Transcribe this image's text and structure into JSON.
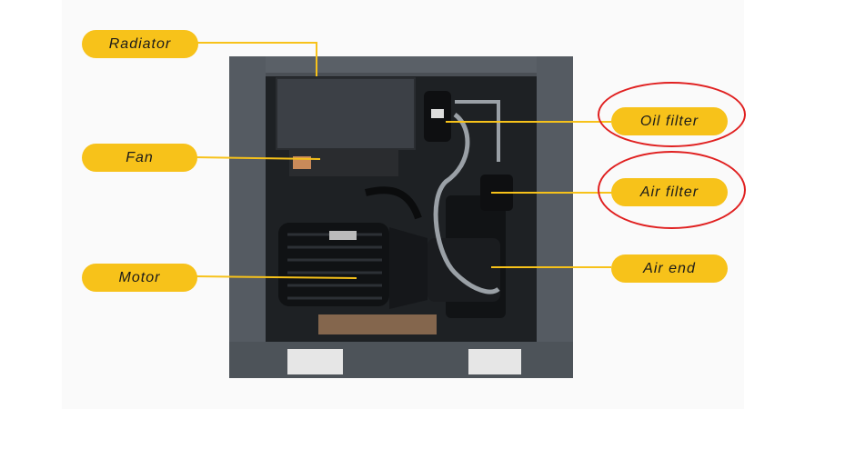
{
  "colors": {
    "label_fill": "#f7c21a",
    "leader_line": "#f7c21a",
    "highlight_ring": "#e02020",
    "cabinet": "#4a4f55"
  },
  "labels": {
    "radiator": "Radiator",
    "fan": "Fan",
    "motor": "Motor",
    "oil_filter": "Oil filter",
    "air_filter": "Air filter",
    "air_end": "Air end"
  },
  "highlighted": [
    "oil_filter",
    "air_filter"
  ]
}
